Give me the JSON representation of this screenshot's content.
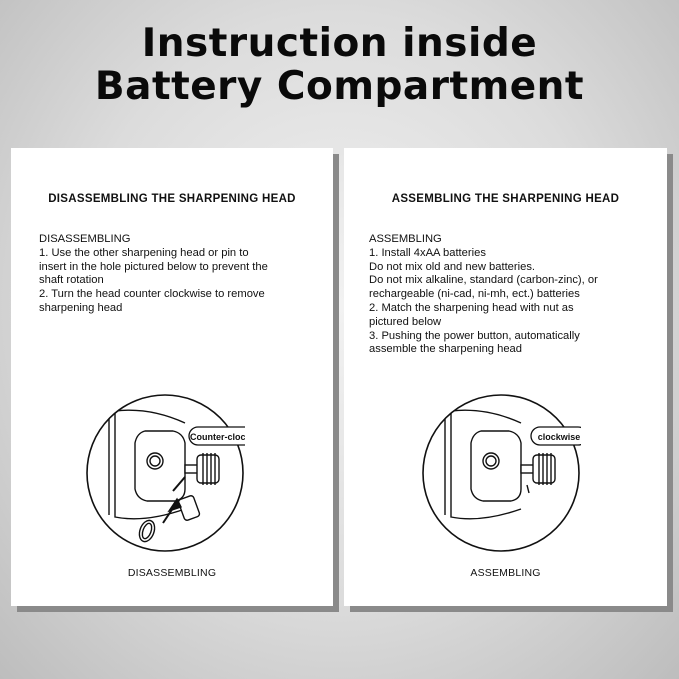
{
  "heading": {
    "line1": "Instruction inside",
    "line2": "Battery Compartment"
  },
  "left_card": {
    "title": "DISASSEMBLING THE SHARPENING HEAD",
    "section_label": "DISASSEMBLING",
    "lines": [
      "1. Use the other sharpening head or pin to",
      "insert in the hole pictured below to prevent the",
      "shaft rotation",
      "2. Turn the head counter clockwise to remove",
      "sharpening head"
    ],
    "callout": "Counter-clockwise",
    "caption": "DISASSEMBLING"
  },
  "right_card": {
    "title": "ASSEMBLING THE SHARPENING HEAD",
    "section_label": "ASSEMBLING",
    "lines": [
      "1. Install 4xAA batteries",
      "Do not mix old and new batteries.",
      "Do not mix alkaline, standard (carbon-zinc), or",
      "rechargeable (ni-cad, ni-mh, ect.) batteries",
      "2. Match the sharpening head with nut as",
      "pictured below",
      "3. Pushing the power button, automatically",
      "assemble the sharpening head"
    ],
    "callout": "clockwise",
    "caption": "ASSEMBLING"
  }
}
